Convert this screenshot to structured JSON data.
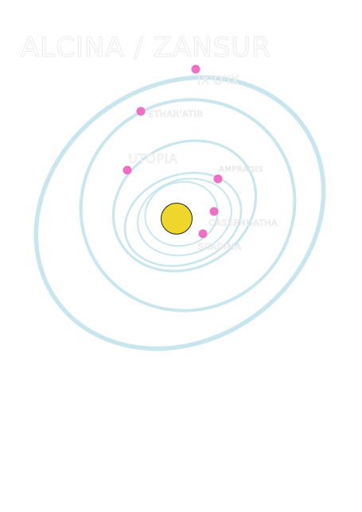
{
  "title": "ALCINA / ZANSUR",
  "colors": {
    "orbit": "#c9e6ee",
    "planet": "#ee6fc3",
    "star": "#eed72a",
    "star_outline": "#222222",
    "label": "#e3e3e3"
  },
  "star": {
    "name": ""
  },
  "planets": [
    {
      "name": "IX'O'IX"
    },
    {
      "name": "ETHAR'ATIR"
    },
    {
      "name": "UTOPIA"
    },
    {
      "name": "AMPRAGIS"
    },
    {
      "name": "CASSENDATHA"
    },
    {
      "name": "SCADIMA"
    }
  ]
}
